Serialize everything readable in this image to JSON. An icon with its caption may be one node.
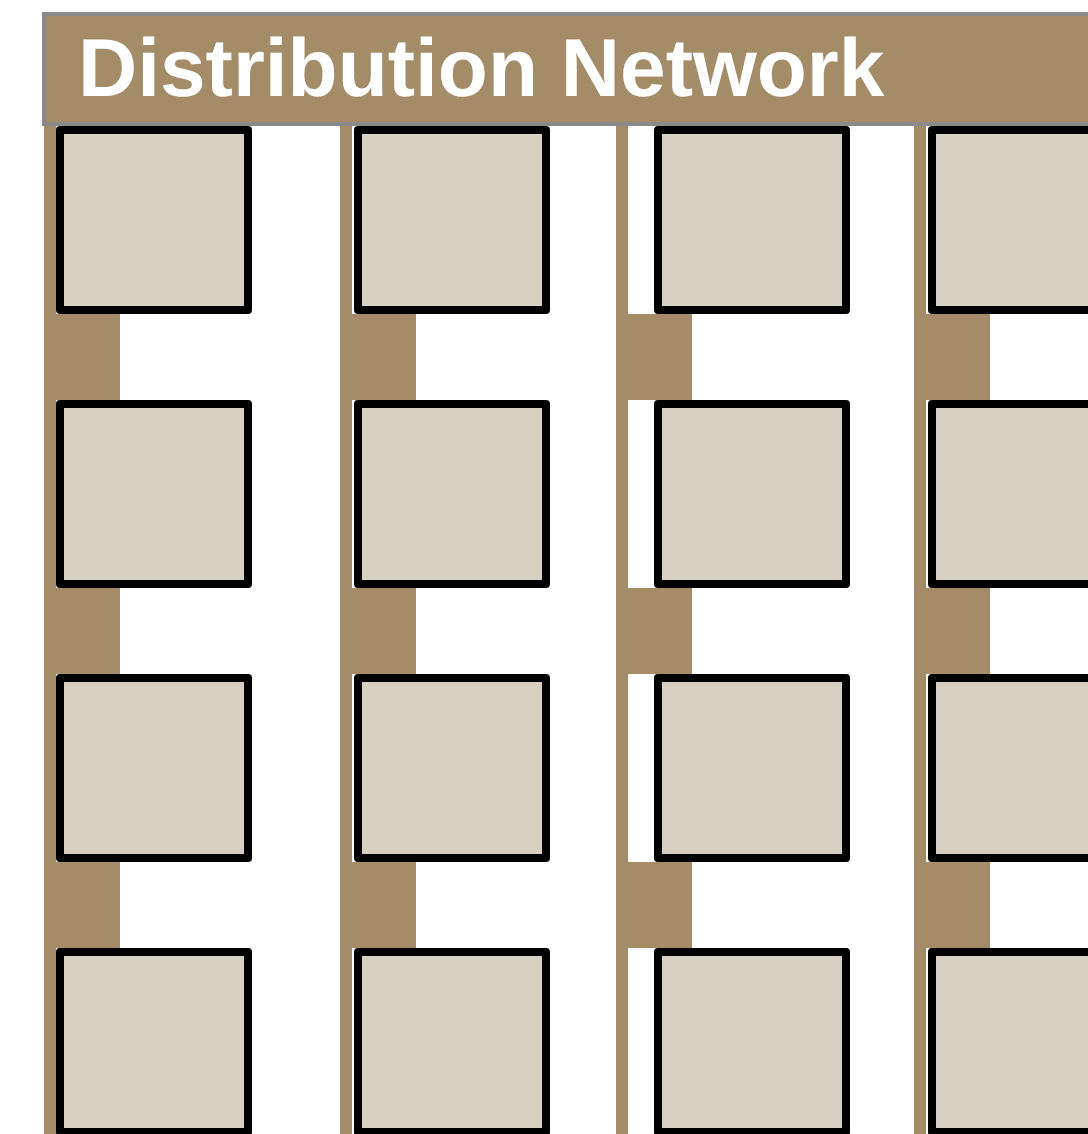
{
  "diagram": {
    "nodes": [
      {
        "text": [
          "Distribution Network"
        ]
      },
      {
        "text": [],
        "shape": "box"
      },
      {
        "text": [],
        "shape": "box"
      },
      {
        "text": [],
        "shape": "box"
      },
      {
        "text": [],
        "shape": "box"
      },
      {
        "text": [],
        "shape": "box"
      },
      {
        "text": [],
        "shape": "box"
      },
      {
        "text": [],
        "shape": "box"
      },
      {
        "text": [],
        "shape": "box"
      },
      {
        "text": [],
        "shape": "box"
      },
      {
        "text": [],
        "shape": "box"
      },
      {
        "text": [],
        "shape": "box"
      },
      {
        "text": [],
        "shape": "box"
      },
      {
        "text": [],
        "shape": "box"
      },
      {
        "text": [],
        "shape": "box"
      },
      {
        "text": [],
        "shape": "box"
      },
      {
        "text": [],
        "shape": "box"
      }
    ],
    "edges": [
      {
        "from": 1,
        "to": 5,
        "arrow": "none"
      },
      {
        "from": 5,
        "to": 9,
        "arrow": "none"
      },
      {
        "from": 9,
        "to": 13,
        "arrow": "none"
      },
      {
        "from": 2,
        "to": 6,
        "arrow": "none"
      },
      {
        "from": 6,
        "to": 10,
        "arrow": "none"
      },
      {
        "from": 10,
        "to": 14,
        "arrow": "none"
      },
      {
        "from": 3,
        "to": 7,
        "arrow": "none"
      },
      {
        "from": 7,
        "to": 11,
        "arrow": "none"
      },
      {
        "from": 11,
        "to": 15,
        "arrow": "none"
      },
      {
        "from": 4,
        "to": 8,
        "arrow": "none"
      },
      {
        "from": 8,
        "to": 12,
        "arrow": "none"
      },
      {
        "from": 12,
        "to": 16,
        "arrow": "none"
      }
    ]
  }
}
